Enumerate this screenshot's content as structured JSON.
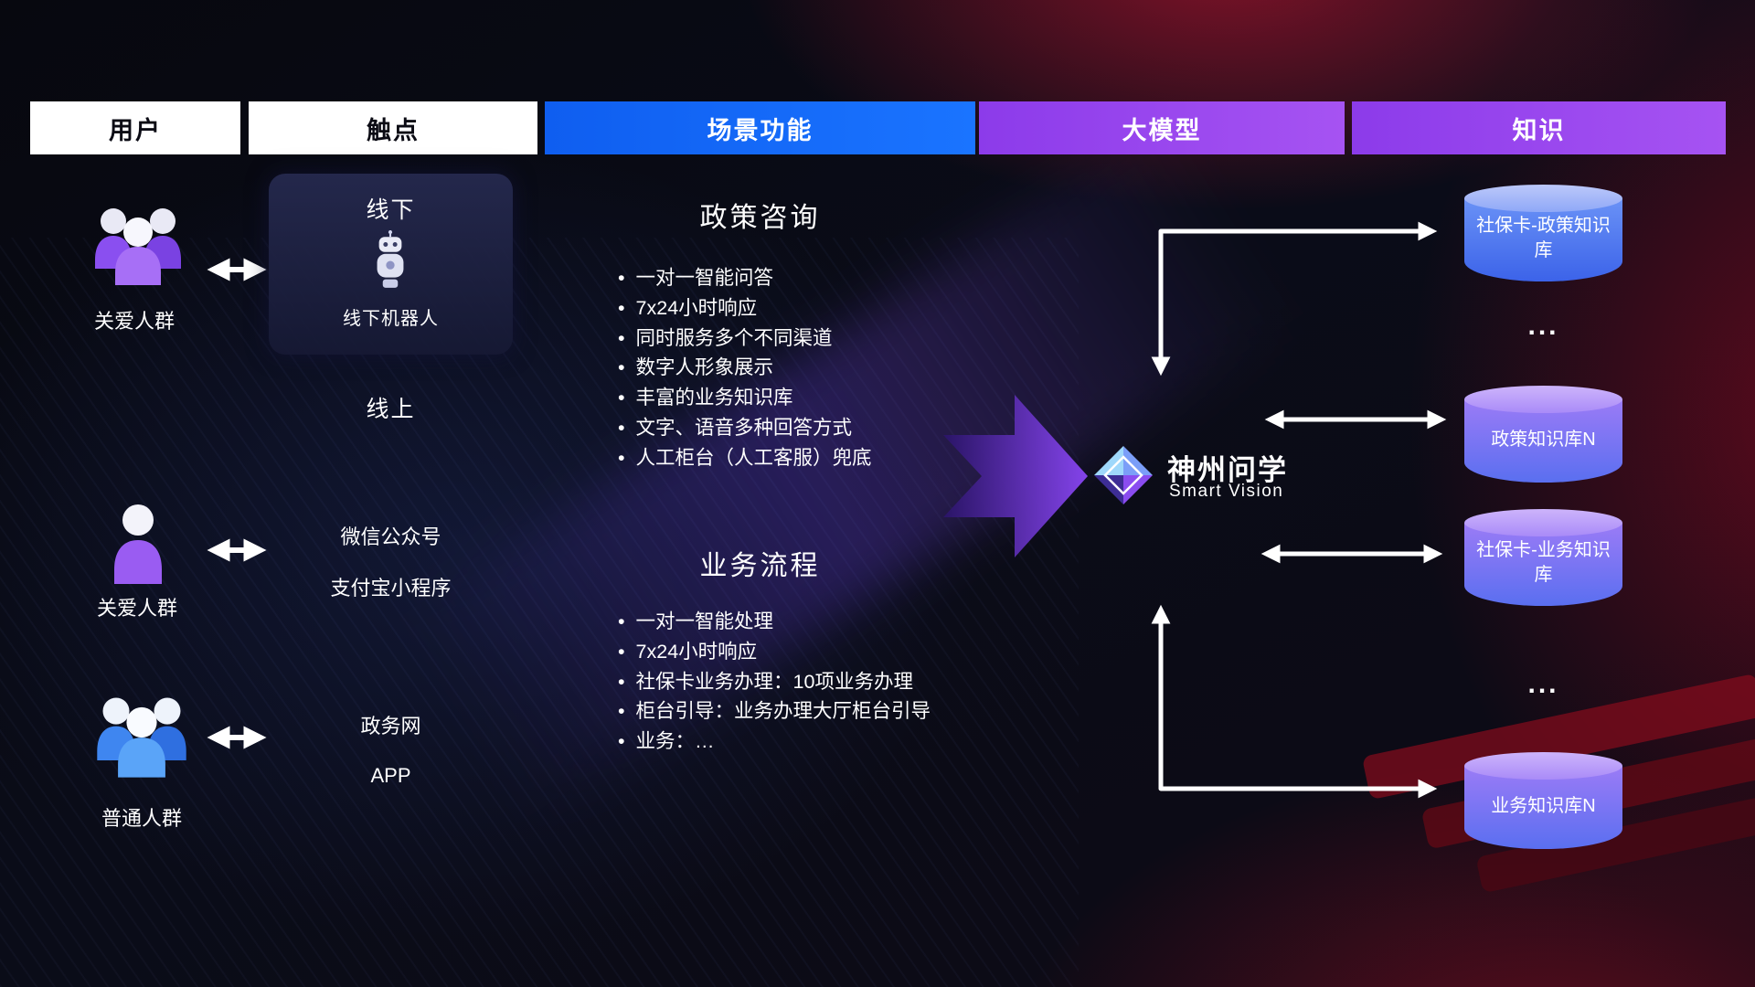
{
  "colors": {
    "header_blue": "#1a74ff",
    "header_purple": "#9d4bee",
    "cylinder_blue": "#4b7bf3",
    "cylinder_purple": "#8f6ff4",
    "flow_arrow_purple": "#7a3cf0",
    "connector_white": "#ffffff"
  },
  "header": {
    "columns": [
      {
        "label": "用户"
      },
      {
        "label": "触点"
      },
      {
        "label": "场景功能"
      },
      {
        "label": "大模型"
      },
      {
        "label": "知识"
      }
    ]
  },
  "users": {
    "items": [
      {
        "label": "关爱人群"
      },
      {
        "label": "关爱人群"
      },
      {
        "label": "普通人群"
      }
    ]
  },
  "touchpoints": {
    "offline": {
      "title": "线下",
      "robot_label": "线下机器人"
    },
    "online_title": "线上",
    "wechat": "微信公众号",
    "alipay": "支付宝小程序",
    "gov_web": "政务网",
    "app": "APP"
  },
  "scenes": {
    "policy": {
      "title": "政策咨询",
      "bullets": [
        "一对一智能问答",
        "7x24小时响应",
        "同时服务多个不同渠道",
        "数字人形象展示",
        "丰富的业务知识库",
        "文字、语音多种回答方式",
        "人工柜台（人工客服）兜底"
      ]
    },
    "business": {
      "title": "业务流程",
      "bullets": [
        "一对一智能处理",
        "7x24小时响应",
        "社保卡业务办理：10项业务办理",
        "柜台引导：业务办理大厅柜台引导",
        "业务：…"
      ]
    }
  },
  "model": {
    "name": "神州问学",
    "subtitle": "Smart Vision"
  },
  "knowledge": {
    "items": [
      {
        "label": "社保卡-政策知识库"
      },
      {
        "label": "政策知识库N"
      },
      {
        "label": "社保卡-业务知识库"
      },
      {
        "label": "业务知识库N"
      }
    ],
    "ellipsis_top": "...",
    "ellipsis_bottom": "..."
  }
}
